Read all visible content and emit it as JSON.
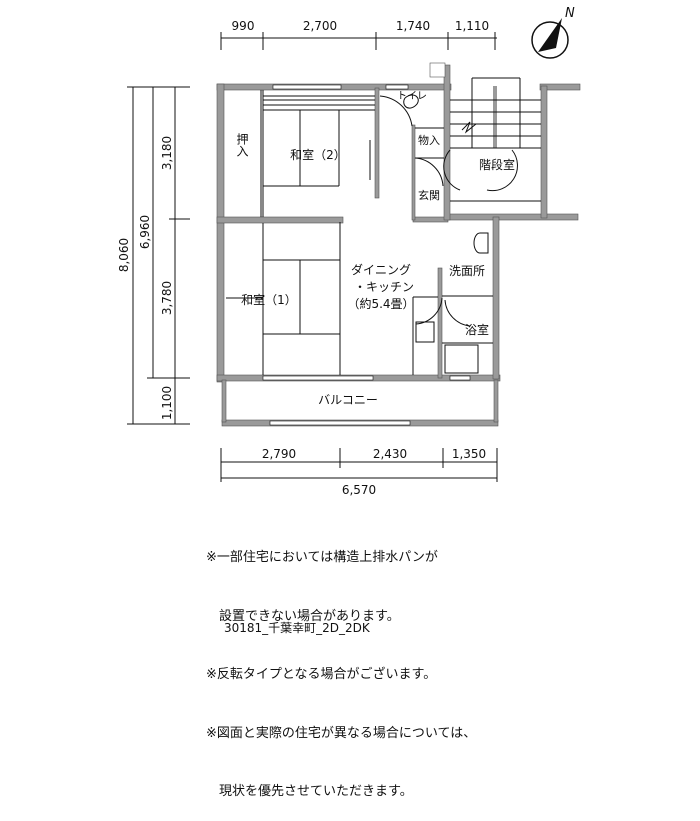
{
  "dimensions": {
    "top": [
      "990",
      "2,700",
      "1,740",
      "1,110"
    ],
    "left_outer": "8,060",
    "left_middle": "6,960",
    "left_inner": [
      "3,180",
      "3,780",
      "1,100"
    ],
    "bottom": [
      "2,790",
      "2,430",
      "1,350"
    ],
    "bottom_total": "6,570"
  },
  "compass": {
    "label": "N"
  },
  "rooms": {
    "oshiire": "押入",
    "washitsu2": "和室（2）",
    "toilet": "トイレ",
    "storage": "物入",
    "stairwell": "階段室",
    "entrance": "玄関",
    "washroom": "洗面所",
    "dk_line1": "ダイニング",
    "dk_line2": "・キッチン",
    "dk_line3": "（約5.4畳）",
    "washitsu1": "和室（1）",
    "bath": "浴室",
    "balcony": "バルコニー"
  },
  "notes": [
    "※一部住宅においては構造上排水パンが",
    "　設置できない場合があります。",
    "※反転タイプとなる場合がございます。",
    "※図面と実際の住宅が異なる場合については、",
    "　現状を優先させていただきます。"
  ],
  "code": "30181_千葉幸町_2D_2DK",
  "colors": {
    "wall": "#9a9a9a",
    "line": "#111111"
  }
}
